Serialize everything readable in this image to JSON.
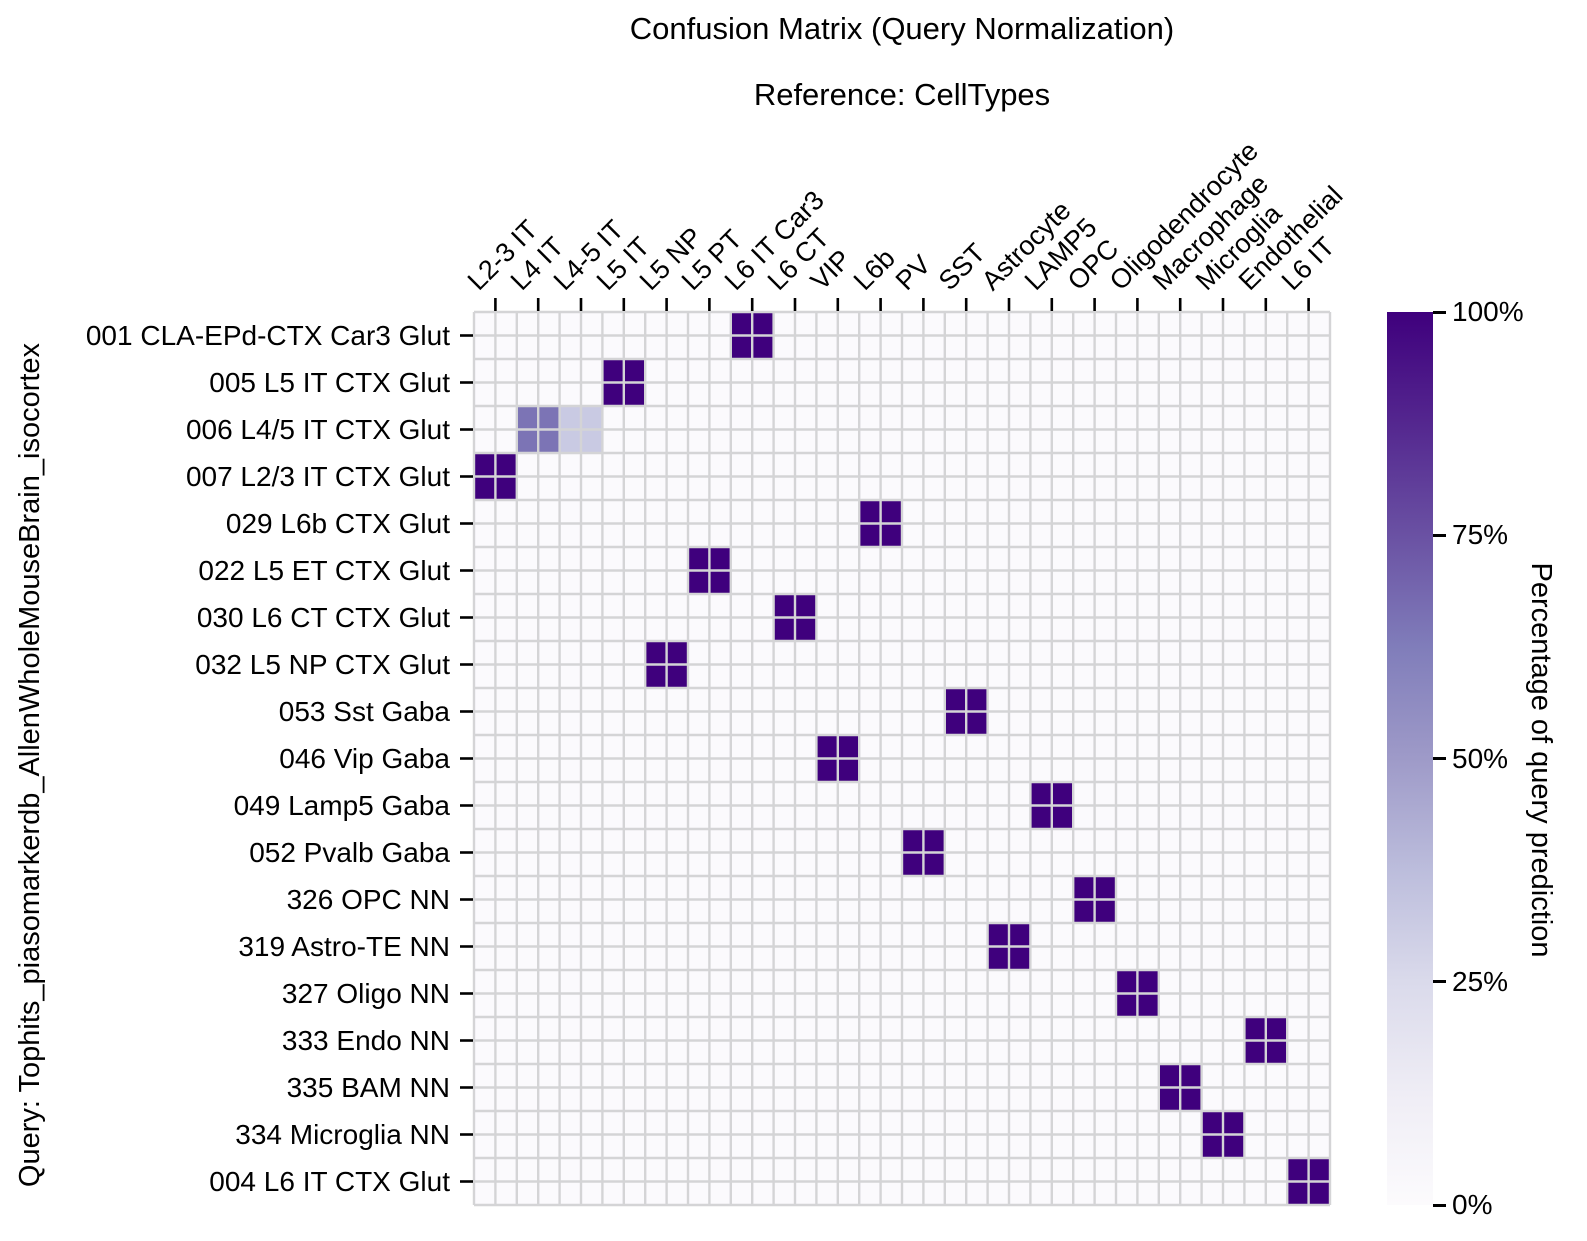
{
  "chart_data": {
    "type": "heatmap",
    "title": "Confusion Matrix (Query Normalization)",
    "subtitle": "Reference: CellTypes",
    "y_axis_label": "Query: Tophits_piasomarkerdb_AllenWholeMouseBrain_isocortex",
    "value_unit": "%",
    "value_range": [
      0,
      100
    ],
    "columns": [
      "L2-3 IT",
      "L4 IT",
      "L4-5 IT",
      "L5 IT",
      "L5 NP",
      "L5 PT",
      "L6 IT Car3",
      "L6 CT",
      "VIP",
      "L6b",
      "PV",
      "SST",
      "Astrocyte",
      "LAMP5",
      "OPC",
      "Oligodendrocyte",
      "Macrophage",
      "Microglia",
      "Endothelial",
      "L6 IT"
    ],
    "rows": [
      "001 CLA-EPd-CTX Car3 Glut",
      "005 L5 IT CTX Glut",
      "006 L4/5 IT CTX Glut",
      "007 L2/3 IT CTX Glut",
      "029 L6b CTX Glut",
      "022 L5 ET CTX Glut",
      "030 L6 CT CTX Glut",
      "032 L5 NP CTX Glut",
      "053 Sst Gaba",
      "046 Vip Gaba",
      "049 Lamp5 Gaba",
      "052 Pvalb Gaba",
      "326 OPC NN",
      "319 Astro-TE NN",
      "327 Oligo NN",
      "333 Endo NN",
      "335 BAM NN",
      "334 Microglia NN",
      "004 L6 IT CTX Glut"
    ],
    "cells": [
      {
        "row": "001 CLA-EPd-CTX Car3 Glut",
        "col": "L6 IT Car3",
        "value": 100
      },
      {
        "row": "005 L5 IT CTX Glut",
        "col": "L5 IT",
        "value": 100
      },
      {
        "row": "006 L4/5 IT CTX Glut",
        "col": "L4 IT",
        "value": 65
      },
      {
        "row": "006 L4/5 IT CTX Glut",
        "col": "L4-5 IT",
        "value": 32
      },
      {
        "row": "007 L2/3 IT CTX Glut",
        "col": "L2-3 IT",
        "value": 100
      },
      {
        "row": "029 L6b CTX Glut",
        "col": "L6b",
        "value": 100
      },
      {
        "row": "022 L5 ET CTX Glut",
        "col": "L5 PT",
        "value": 100
      },
      {
        "row": "030 L6 CT CTX Glut",
        "col": "L6 CT",
        "value": 100
      },
      {
        "row": "032 L5 NP CTX Glut",
        "col": "L5 NP",
        "value": 100
      },
      {
        "row": "053 Sst Gaba",
        "col": "SST",
        "value": 100
      },
      {
        "row": "046 Vip Gaba",
        "col": "VIP",
        "value": 100
      },
      {
        "row": "049 Lamp5 Gaba",
        "col": "LAMP5",
        "value": 100
      },
      {
        "row": "052 Pvalb Gaba",
        "col": "PV",
        "value": 100
      },
      {
        "row": "326 OPC NN",
        "col": "OPC",
        "value": 100
      },
      {
        "row": "319 Astro-TE NN",
        "col": "Astrocyte",
        "value": 100
      },
      {
        "row": "327 Oligo NN",
        "col": "Oligodendrocyte",
        "value": 100
      },
      {
        "row": "333 Endo NN",
        "col": "Endothelial",
        "value": 100
      },
      {
        "row": "335 BAM NN",
        "col": "Macrophage",
        "value": 100
      },
      {
        "row": "334 Microglia NN",
        "col": "Microglia",
        "value": 100
      },
      {
        "row": "004 L6 IT CTX Glut",
        "col": "L6 IT",
        "value": 100
      }
    ],
    "colorbar": {
      "label": "Percentage of query prediction",
      "ticks": [
        {
          "label": "100%",
          "value": 100
        },
        {
          "label": "75%",
          "value": 75
        },
        {
          "label": "50%",
          "value": 50
        },
        {
          "label": "25%",
          "value": 25
        },
        {
          "label": "0%",
          "value": 0
        }
      ]
    },
    "legend_position": "right",
    "grid": true,
    "colors": {
      "cmap_name": "Purples",
      "cmap_stops_light_to_dark": [
        "#fcfbfd",
        "#efedf5",
        "#dadaeb",
        "#bcbddc",
        "#9e9ac8",
        "#807dba",
        "#6a51a3",
        "#54278f",
        "#3f007d"
      ],
      "cell_background": "#fbfafd",
      "grid_line": "#d4d4d6",
      "tick_color": "#000000",
      "text_color": "#000000",
      "figure_background": "#ffffff"
    }
  }
}
